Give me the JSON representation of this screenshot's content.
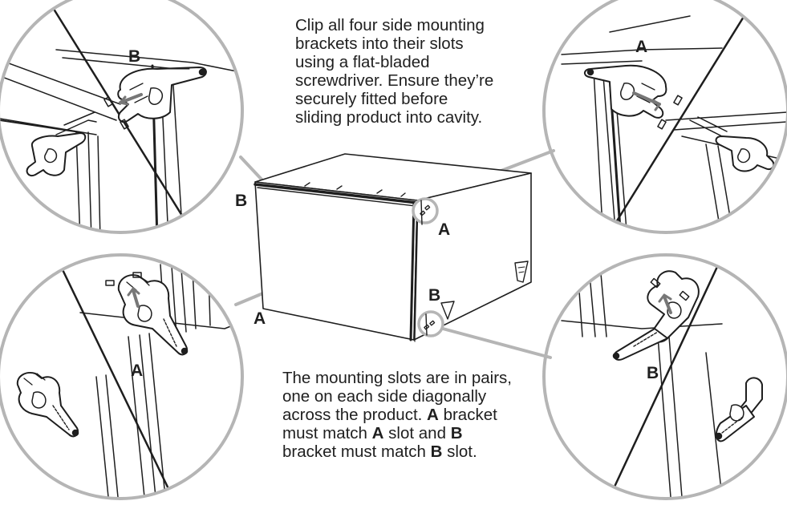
{
  "instructions": {
    "top": [
      "Clip all four side mounting",
      "brackets into their slots",
      "using a flat-bladed",
      "screwdriver. Ensure they’re",
      "securely fitted before",
      "sliding product into cavity."
    ],
    "bottom": {
      "line1": "The mounting slots are in pairs,",
      "line2": "one on each side diagonally",
      "line3_bold_a": "A",
      "line3_rest": "across the product.",
      "line3_after": "bracket",
      "line4_pre": "must match",
      "line4_bold_a": "A",
      "line4_mid": "slot and",
      "line4_bold_b": "B",
      "line5_pre": "bracket must match",
      "line5_bold_b": "B",
      "line5_post": "slot."
    }
  },
  "labels": {
    "top_left_detail": "B",
    "top_right_detail": "A",
    "bottom_left_detail": "A",
    "bottom_right_detail": "B",
    "product_left_top": "B",
    "product_left_bottom": "A",
    "product_right_top": "A",
    "product_right_bottom": "B"
  }
}
